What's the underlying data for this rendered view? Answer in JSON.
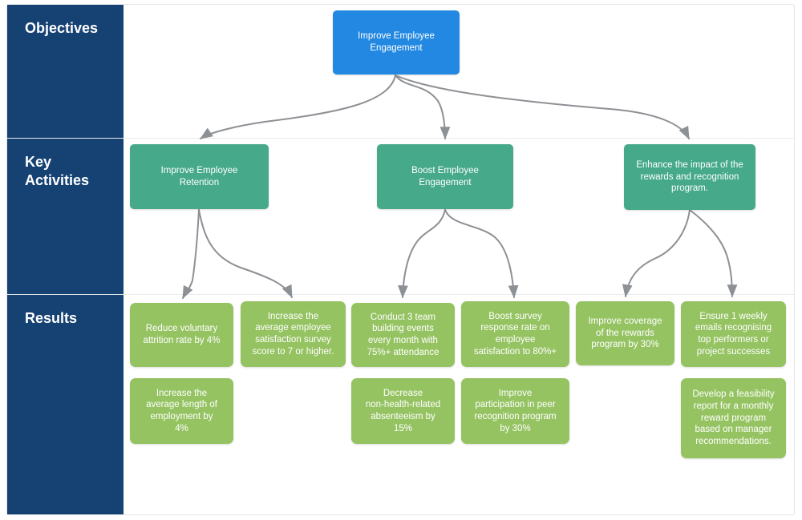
{
  "diagram": {
    "title_lanes": [
      "Objectives",
      "Key Activities",
      "Results"
    ],
    "colors": {
      "lane_header_bg": "#164273",
      "objective": "#2288e2",
      "activity": "#46a98a",
      "result": "#95c362",
      "edge": "#8d9094",
      "frame_border": "#e4e6e8"
    }
  },
  "lanes": {
    "objectives": {
      "label": "Objectives"
    },
    "key_activities": {
      "label": "Key\nActivities"
    },
    "results": {
      "label": "Results"
    }
  },
  "objectives": [
    {
      "id": "obj1",
      "label": "Improve Employee\nEngagement"
    }
  ],
  "key_activities": [
    {
      "id": "act1",
      "label": "Improve Employee\nRetention"
    },
    {
      "id": "act2",
      "label": "Boost Employee\nEngagement"
    },
    {
      "id": "act3",
      "label": "Enhance the impact of the\nrewards and recognition\nprogram."
    }
  ],
  "results": [
    {
      "id": "res1",
      "label": "Reduce voluntary\nattrition rate by 4%"
    },
    {
      "id": "res2",
      "label": "Increase the\naverage employee\nsatisfaction survey\nscore to 7 or higher."
    },
    {
      "id": "res3",
      "label": "Conduct 3 team\nbuilding events\nevery month with\n75%+ attendance"
    },
    {
      "id": "res4",
      "label": "Boost survey\nresponse rate on\nemployee\nsatisfaction to 80%+"
    },
    {
      "id": "res5",
      "label": "Improve coverage\nof the rewards\nprogram by 30%"
    },
    {
      "id": "res6",
      "label": "Ensure 1 weekly\nemails recognising\ntop performers or\nproject successes"
    },
    {
      "id": "res7",
      "label": "Increase the\naverage length of\nemployment by\n4%"
    },
    {
      "id": "res8",
      "label": "Decrease\nnon-health-related\nabsenteeism by\n15%"
    },
    {
      "id": "res9",
      "label": "Improve\nparticipation in peer\nrecognition program\nby 30%"
    },
    {
      "id": "res10",
      "label": "Develop a feasibility\nreport for a monthly\nreward program\nbased on manager\nrecommendations."
    }
  ]
}
